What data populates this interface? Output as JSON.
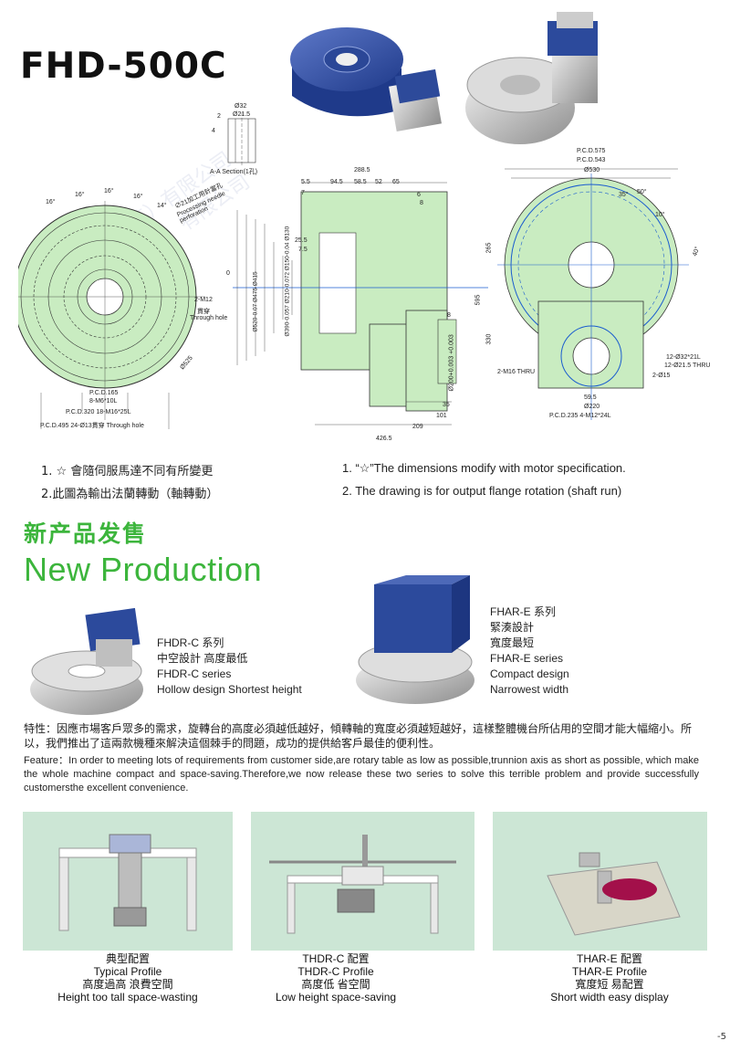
{
  "title": "FHD-500C",
  "watermarks": [
    "传動科技（江苏）有限公司",
    "传動科技（上海）有限公司"
  ],
  "drawing_labels": {
    "angles": [
      "16°",
      "16°",
      "16°",
      "16°",
      "14°"
    ],
    "left": {
      "processing_cn": "∅21加工用針當孔",
      "processing_en": "Processing needle perforation",
      "m12": "2-M12",
      "through_cn": "貫穿",
      "through_en": "Through hole",
      "d525": "Ø525",
      "pcd165": "P.C.D.165",
      "m6": "8-M6*10L",
      "pcd320": "P.C.D.320 18-M16*25L",
      "pcd495": "P.C.D.495 24-Ø13貫穿 Through hole"
    },
    "section": {
      "d32": "Ø32",
      "d215": "Ø21.5",
      "n2": "2",
      "n4": "4",
      "caption": "A-A Section(1孔)"
    },
    "middle": {
      "d2885": "288.5",
      "d55": "5.5",
      "d945": "94.5",
      "d585": "58.5",
      "d52": "52",
      "d65": "65",
      "d6": "6",
      "d8": "8",
      "d255": "25.5",
      "d75": "7.5",
      "vertical": [
        "Ø520-0.07",
        "Ø475",
        "Ø415",
        "Ø390-0.057",
        "Ø210-0.072",
        "Ø150-0.04",
        "Ø130"
      ],
      "d8b": "8",
      "d200": "Ø200+0.003 +0.003",
      "d35": "35",
      "d101": "101",
      "d209": "209",
      "d4265": "426.5",
      "zero": "0"
    },
    "right": {
      "pcd575": "P.C.D.575",
      "pcd543": "P.C.D.543",
      "d530": "Ø530",
      "a35": "35°",
      "a50": "50°",
      "a10": "10°",
      "a40": "40°",
      "d265": "265",
      "d595": "595",
      "d330": "330",
      "m16": "2-M16 THRU",
      "h32": "12-Ø32*21L",
      "h215": "12-Ø21.5 THRU",
      "h15": "2-Ø15",
      "d595b": "59.5",
      "d220": "Ø220",
      "pcd235": "P.C.D.235 4-M12*24L"
    }
  },
  "notes_cn": [
    "1. ☆ 會隨伺服馬達不同有所變更",
    "2.此圖為輸出法蘭轉動（軸轉動）"
  ],
  "notes_en": [
    "1. “☆”The dimensions modify with motor specification.",
    "2. The drawing is for output flange rotation (shaft run)"
  ],
  "new_production": {
    "cn": "新产品发售",
    "en": "New Production"
  },
  "products": [
    {
      "lines": [
        "FHDR-C 系列",
        "中空設計 高度最低",
        "FHDR-C series",
        "Hollow design Shortest height"
      ]
    },
    {
      "lines": [
        "FHAR-E 系列",
        "緊湊設計",
        "寬度最短",
        "FHAR-E series",
        "Compact design",
        "Narrowest width"
      ]
    }
  ],
  "feature_cn": "特性：因應市場客戶眾多的需求，旋轉台的高度必須越低越好，傾轉軸的寬度必須越短越好，這樣整體機台所佔用的空間才能大幅縮小。所以，我們推出了這兩款機種來解決這個棘手的問題，成功的提供給客戶最佳的便利性。",
  "feature_en": "Feature：In order to meeting lots of requirements from customer side,are rotary table as low as possible,trunnion axis as short as possible, which make the whole machine compact and space-saving.Therefore,we now release these two series to solve this terrible problem and provide successfully customersthe excellent convenience.",
  "profiles": [
    {
      "lines": [
        "典型配置",
        "Typical Profile",
        "高度過高 浪費空間",
        "Height too tall space-wasting"
      ]
    },
    {
      "lines": [
        "THDR-C 配置",
        "THDR-C Profile",
        "高度低 省空間",
        "Low height space-saving"
      ]
    },
    {
      "lines": [
        "THAR-E 配置",
        "THAR-E Profile",
        "寬度短 易配置",
        "Short width easy display"
      ]
    }
  ],
  "page_number": "-5"
}
